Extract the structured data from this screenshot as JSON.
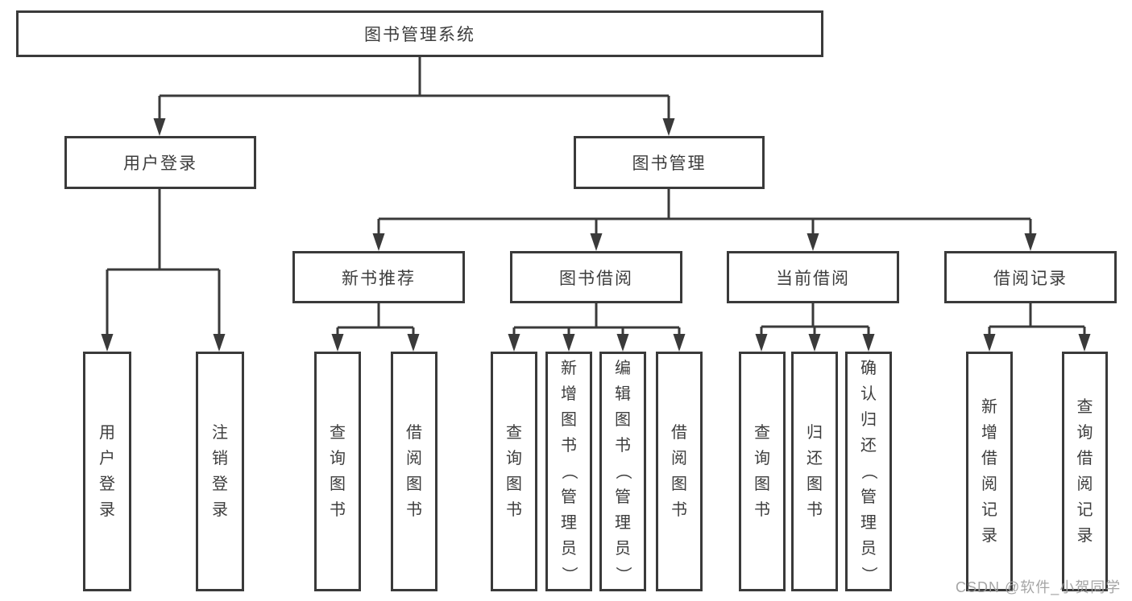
{
  "tree": {
    "label": "图书管理系统",
    "children": [
      {
        "label": "用户登录",
        "children": [
          {
            "label": "用户登录"
          },
          {
            "label": "注销登录"
          }
        ]
      },
      {
        "label": "图书管理",
        "children": [
          {
            "label": "新书推荐",
            "children": [
              {
                "label": "查询图书"
              },
              {
                "label": "借阅图书"
              }
            ]
          },
          {
            "label": "图书借阅",
            "children": [
              {
                "label": "查询图书"
              },
              {
                "label": "新增图书（管理员）"
              },
              {
                "label": "编辑图书（管理员）"
              },
              {
                "label": "借阅图书"
              }
            ]
          },
          {
            "label": "当前借阅",
            "children": [
              {
                "label": "查询图书"
              },
              {
                "label": "归还图书"
              },
              {
                "label": "确认归还（管理员）"
              }
            ]
          },
          {
            "label": "借阅记录",
            "children": [
              {
                "label": "新增借阅记录"
              },
              {
                "label": "查询借阅记录"
              }
            ]
          }
        ]
      }
    ]
  },
  "watermark": "CSDN @软件_小贺同学",
  "colors": {
    "line": "#3a3a3a",
    "text": "#3d3d3d",
    "watermark": "#9e9e9e",
    "background": "#ffffff"
  }
}
